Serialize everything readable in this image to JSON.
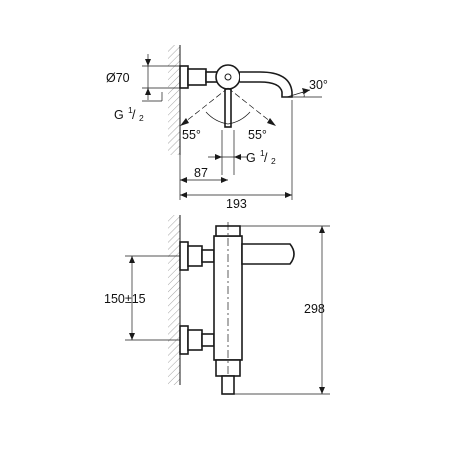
{
  "top_view": {
    "dim_diameter": "Ø70",
    "dim_angle_spout": "30°",
    "dim_thread_left_prefix": "G",
    "dim_thread_left_num": "1",
    "dim_thread_left_den": "2",
    "dim_angle_left": "55°",
    "dim_angle_right": "55°",
    "dim_thread_bottom_prefix": "G",
    "dim_thread_bottom_num": "1",
    "dim_thread_bottom_den": "2",
    "dim_87": "87",
    "dim_193": "193"
  },
  "front_view": {
    "dim_center_distance": "150±15",
    "dim_height": "298"
  }
}
